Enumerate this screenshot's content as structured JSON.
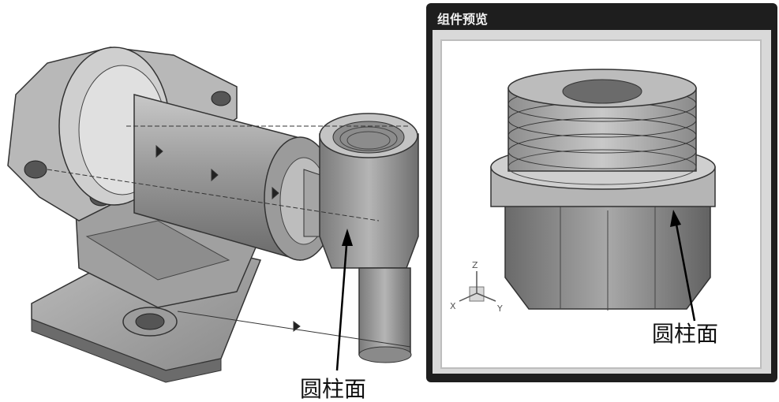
{
  "dialog": {
    "title": "组件预览"
  },
  "callouts": {
    "main_label": "圆柱面",
    "preview_label": "圆柱面"
  },
  "axes": {
    "z": "Z",
    "x": "X",
    "y": "Y"
  },
  "icons": [
    "triad-axes-icon",
    "arrow-icon"
  ]
}
